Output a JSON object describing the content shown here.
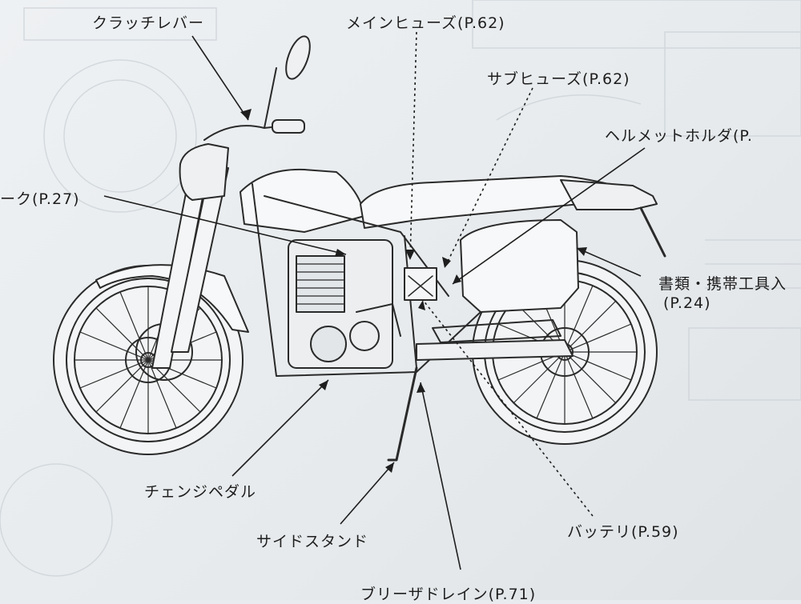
{
  "labels": {
    "clutch_lever": "クラッチレバー",
    "main_fuse": "メインヒューズ(P.62)",
    "sub_fuse": "サブヒューズ(P.62)",
    "helmet_holder": "ヘルメットホルダ(P.",
    "choke": "ーク(P.27)",
    "documents_line1": "書類・携帯工具入",
    "documents_line2": "(P.24)",
    "change_pedal": "チェンジペダル",
    "side_stand": "サイドスタンド",
    "battery": "バッテリ(P.59)",
    "breather_drain": "ブリーザドレイン(P.71)"
  }
}
